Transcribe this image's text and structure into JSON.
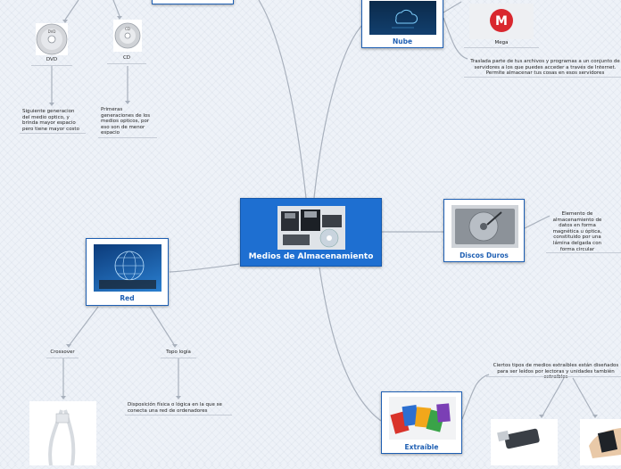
{
  "central": {
    "title": "Medios de Almacenamiento"
  },
  "nodes": {
    "nube": {
      "label": "Nube"
    },
    "discos": {
      "label": "Discos Duros"
    },
    "red": {
      "label": "Red"
    },
    "extraible": {
      "label": "Extraíble"
    }
  },
  "optical": {
    "dvd_label": "DVD",
    "dvd_text": "Siguiente generacion del medio optico, y brinda mayor espacio pero tiene mayor costo",
    "cd_label": "CD",
    "cd_text": "Primeras generaciones de los medios opticos, por eso son de menor espacio"
  },
  "nube_children": {
    "mega_label": "Mega",
    "desc": "Traslada parte de tus archivos y programas a un conjunto de servidores a los que puedes acceder a través de Internet. Permite almacenar tus cosas en esos servidores"
  },
  "discos_children": {
    "desc": "Elemento de almacenamiento de datos en forma magnética u óptica, constituido por una lámina delgada con forma circular"
  },
  "red_children": {
    "crossover": "Crossover",
    "topologia": "Topo logía",
    "topologia_desc": "Disposición física o lógica en la que se conecta una red de ordenadores"
  },
  "extraible_children": {
    "desc": "Ciertos tipos de medios extraíbles están diseñados para ser leídos por lectoras y unidades también extraíbles"
  },
  "colors": {
    "accent": "#1e5fb3",
    "central": "#1e6fd1",
    "link": "#a9b1bd"
  }
}
